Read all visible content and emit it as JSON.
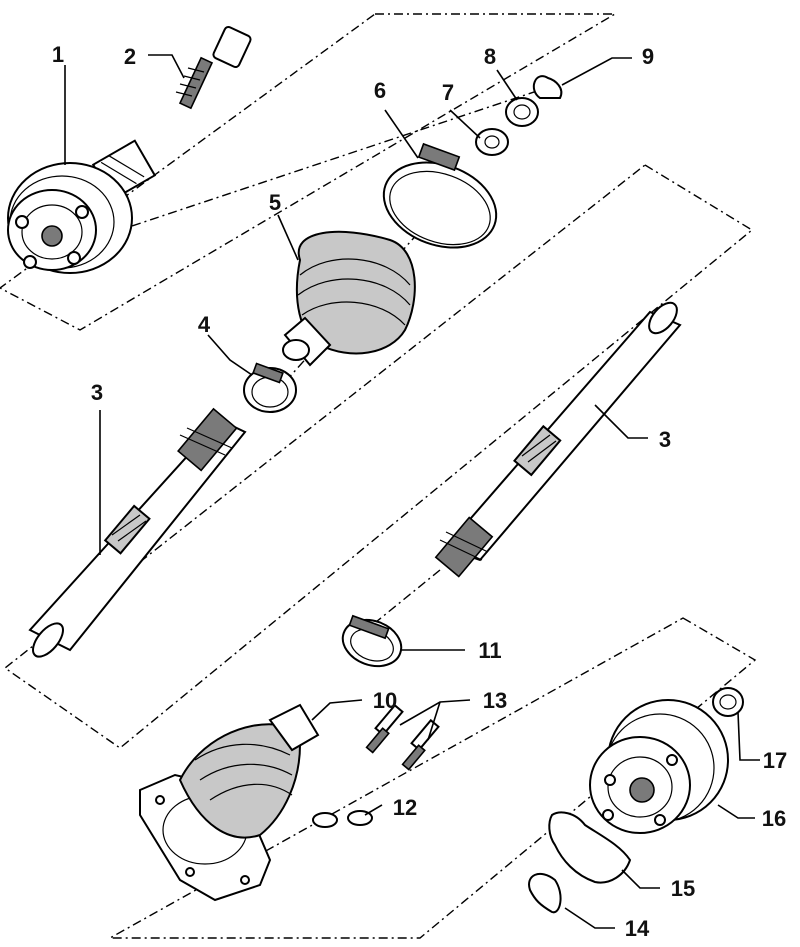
{
  "diagram": {
    "callouts": [
      "1",
      "2",
      "3",
      "4",
      "5",
      "6",
      "7",
      "8",
      "9",
      "3",
      "11",
      "10",
      "13",
      "12",
      "17",
      "16",
      "15",
      "14"
    ]
  }
}
